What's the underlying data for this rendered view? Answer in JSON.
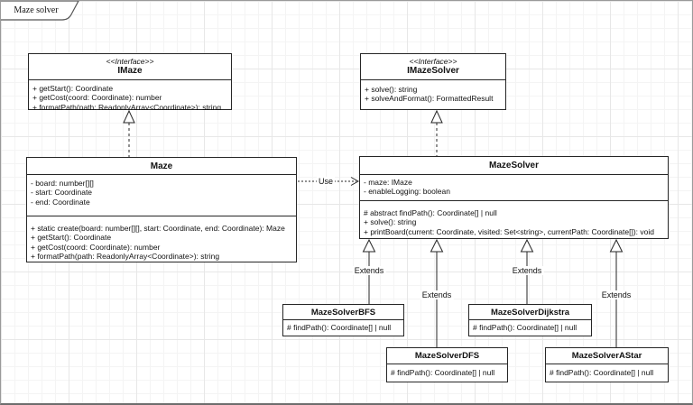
{
  "frame": {
    "tab_label": "Maze solver"
  },
  "colors": {
    "box_fill": "#ffffff",
    "box_border": "#262626",
    "edge_line": "#262626",
    "grid_minor": "#f4f4f4",
    "grid_major": "#e7e7e7"
  },
  "classes": {
    "imaze": {
      "stereotype": "<<Interface>>",
      "name": "IMaze",
      "methods": [
        "+ getStart(): Coordinate",
        "+ getCost(coord: Coordinate): number",
        "+ formatPath(path: ReadonlyArray<Coordinate>): string"
      ]
    },
    "imazesolver": {
      "stereotype": "<<Interface>>",
      "name": "IMazeSolver",
      "methods": [
        "+ solve(): string",
        "+ solveAndFormat(): FormattedResult"
      ]
    },
    "maze": {
      "name": "Maze",
      "fields": [
        "- board: number[][]",
        "- start: Coordinate",
        "- end: Coordinate"
      ],
      "methods": [
        "+ static create(board: number[][], start: Coordinate, end: Coordinate): Maze",
        "+ getStart(): Coordinate",
        "+ getCost(coord: Coordinate): number",
        "+ formatPath(path: ReadonlyArray<Coordinate>): string"
      ]
    },
    "mazesolver": {
      "name": "MazeSolver",
      "fields": [
        "- maze: IMaze",
        "- enableLogging: boolean"
      ],
      "methods": [
        "# abstract findPath(): Coordinate[] | null",
        "+ solve(): string",
        "+ printBoard(current: Coordinate, visited: Set<string>, currentPath: Coordinate[]): void"
      ]
    },
    "bfs": {
      "name": "MazeSolverBFS",
      "methods": [
        "# findPath(): Coordinate[] | null"
      ]
    },
    "dfs": {
      "name": "MazeSolverDFS",
      "methods": [
        "# findPath(): Coordinate[] | null"
      ]
    },
    "dijkstra": {
      "name": "MazeSolverDijkstra",
      "methods": [
        "# findPath(): Coordinate[] | null"
      ]
    },
    "astar": {
      "name": "MazeSolverAStar",
      "methods": [
        "# findPath(): Coordinate[] | null"
      ]
    }
  },
  "edges": {
    "use_label": "Use",
    "extends_labels": [
      "Extends",
      "Extends",
      "Extends",
      "Extends"
    ]
  }
}
